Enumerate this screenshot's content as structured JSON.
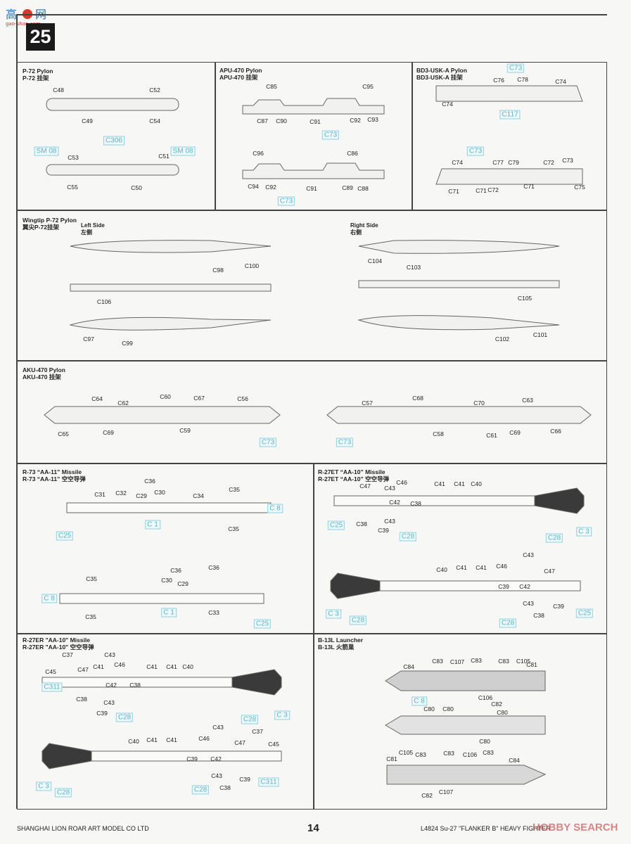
{
  "logo_text": "高手网 gao-shan.com",
  "step_number": "25",
  "panels": [
    {
      "title": "P-72 Pylon",
      "title_cn": "P-72 挂架",
      "callouts": [
        "C48",
        "C52",
        "C49",
        "C54",
        "C306",
        "SM 08",
        "SM 08",
        "C53",
        "C51",
        "C55",
        "C50"
      ]
    },
    {
      "title": "APU-470 Pylon",
      "title_cn": "APU-470 挂架",
      "callouts": [
        "C85",
        "C95",
        "C87",
        "C90",
        "C91",
        "C92",
        "C93",
        "C73",
        "C96",
        "C86",
        "C94",
        "C92",
        "C91",
        "C89",
        "C88",
        "C73"
      ]
    },
    {
      "title": "BD3-USK-A Pylon",
      "title_cn": "BD3-USK-A 挂架",
      "callouts": [
        "C73",
        "C76",
        "C78",
        "C74",
        "C74",
        "C117",
        "C73",
        "C74",
        "C77",
        "C79",
        "C72",
        "C73",
        "C71",
        "C71",
        "C72",
        "C71",
        "C75"
      ]
    },
    {
      "title": "Wingtip P-72 Pylon",
      "title_cn": "翼尖P-72挂架",
      "left_side": "Left Side",
      "left_side_cn": "左侧",
      "right_side": "Right Side",
      "right_side_cn": "右侧",
      "callouts": [
        "C98",
        "C100",
        "C104",
        "C103",
        "C106",
        "C105",
        "C97",
        "C99",
        "C102",
        "C101"
      ]
    },
    {
      "title": "AKU-470 Pylon",
      "title_cn": "AKU-470 挂架",
      "callouts": [
        "C64",
        "C62",
        "C60",
        "C67",
        "C56",
        "C69",
        "C59",
        "C65",
        "C73",
        "C57",
        "C68",
        "C70",
        "C63",
        "C58",
        "C61",
        "C69",
        "C66",
        "C73"
      ]
    },
    {
      "title": "R-73 “AA-11” Missile",
      "title_cn": "R-73 “AA-11” 空空导弹",
      "callouts": [
        "C36",
        "C31",
        "C32",
        "C30",
        "C29",
        "C34",
        "C35",
        "C 8",
        "C 1",
        "C35",
        "C25",
        "C36",
        "C36",
        "C35",
        "C30",
        "C29",
        "C 8",
        "C 1",
        "C35",
        "C33",
        "C25"
      ]
    },
    {
      "title": "R-27ET “AA-10” Missile",
      "title_cn": "R-27ET “AA-10” 空空导弹",
      "callouts": [
        "C46",
        "C41",
        "C41",
        "C40",
        "C47",
        "C43",
        "C42",
        "C38",
        "C25",
        "C38",
        "C43",
        "C39",
        "C28",
        "C28",
        "C 3",
        "C43",
        "C46",
        "C40",
        "C41",
        "C41",
        "C47",
        "C39",
        "C42",
        "C43",
        "C39",
        "C38",
        "C 3",
        "C28",
        "C28",
        "C25"
      ]
    },
    {
      "title": "R-27ER \"AA-10\" Missile",
      "title_cn": "R-27ER \"AA-10\" 空空导弹",
      "callouts": [
        "C37",
        "C43",
        "C47",
        "C41",
        "C46",
        "C41",
        "C41",
        "C40",
        "C45",
        "C42",
        "C38",
        "C311",
        "C38",
        "C43",
        "C39",
        "C28",
        "C28",
        "C 3",
        "C43",
        "C37",
        "C46",
        "C40",
        "C41",
        "C41",
        "C47",
        "C45",
        "C39",
        "C42",
        "C43",
        "C39",
        "C38",
        "C311",
        "C 3",
        "C28",
        "C28"
      ]
    },
    {
      "title": "B-13L Launcher",
      "title_cn": "B-13L 火箭巢",
      "callouts": [
        "C84",
        "C83",
        "C107",
        "C83",
        "C83",
        "C105",
        "C81",
        "C106",
        "C82",
        "C 8",
        "C80",
        "C80",
        "C80",
        "C80",
        "C81",
        "C105",
        "C83",
        "C83",
        "C106",
        "C83",
        "C84",
        "C82",
        "C107"
      ]
    }
  ],
  "footer": {
    "company": "SHANGHAI LION ROAR ART MODEL CO LTD",
    "page_number": "14",
    "product": "L4824  Su-27  \"FLANKER B\" HEAVY FIGHTER",
    "watermark": "HOBBY SEARCH"
  },
  "colors": {
    "paint_callout": "#5ab3c8",
    "frame": "#444444",
    "badge": "#1a1a1a"
  }
}
